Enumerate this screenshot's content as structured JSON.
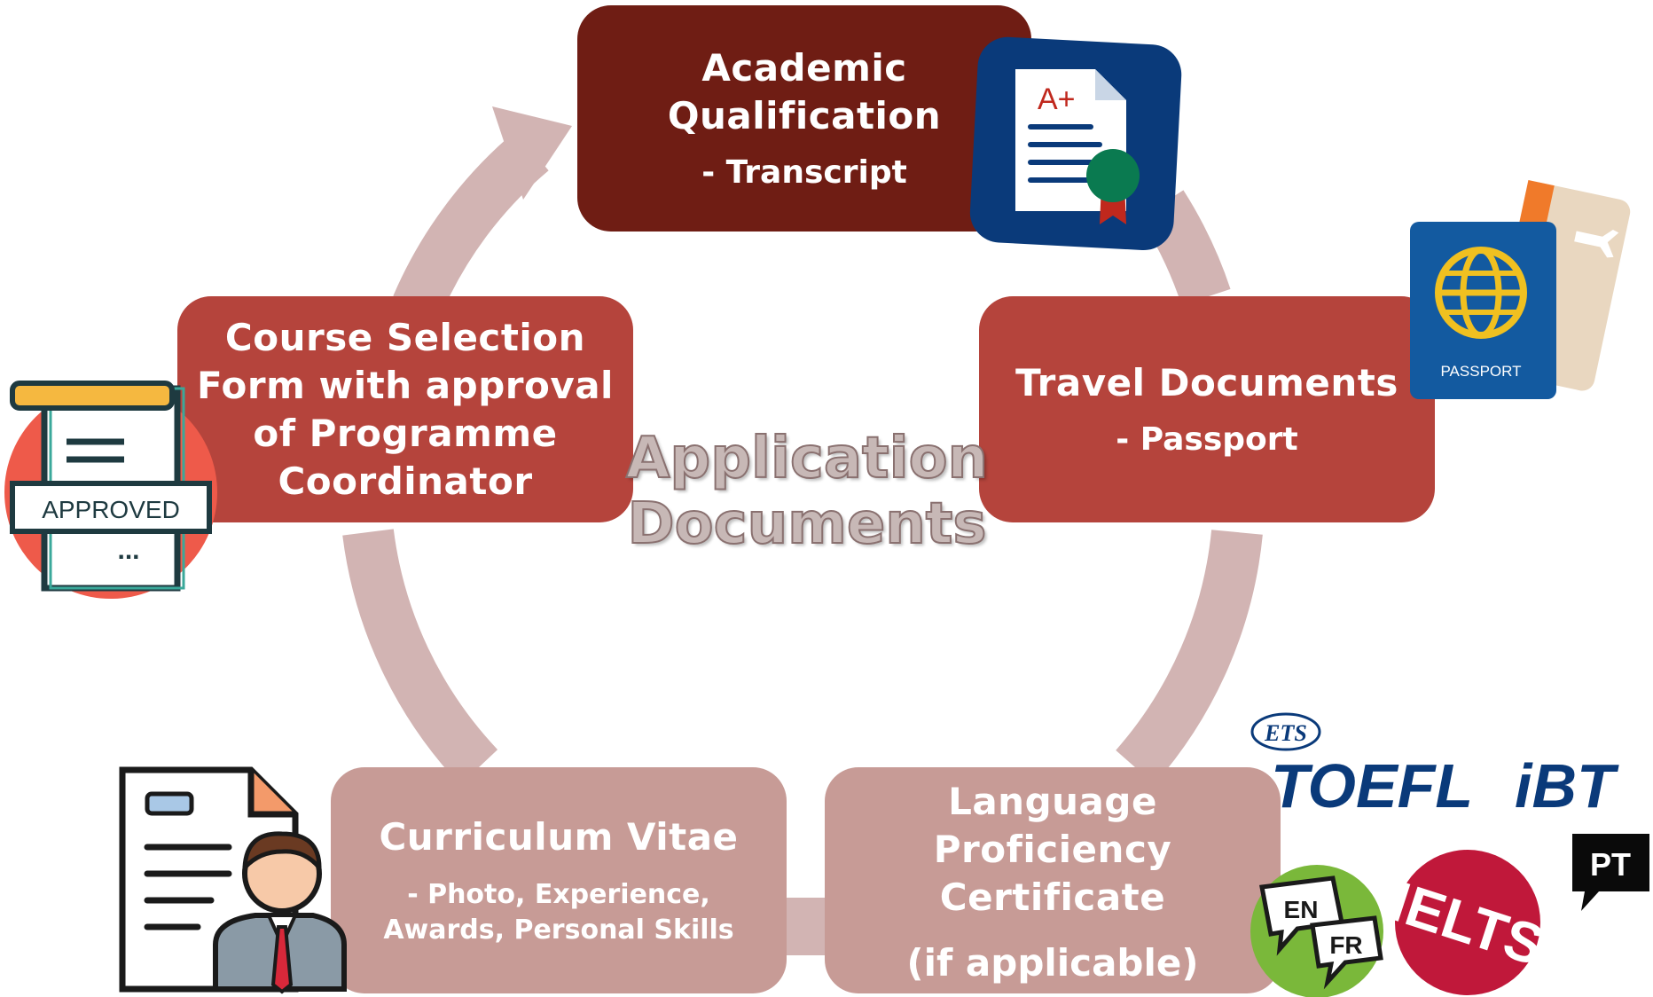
{
  "center": {
    "line1": "Application",
    "line2": "Documents"
  },
  "boxes": {
    "academic": {
      "title_1": "Academic",
      "title_2": "Qualification",
      "sub": "- Transcript"
    },
    "travel": {
      "title": "Travel Documents",
      "sub": "- Passport"
    },
    "course": {
      "title_1": "Course Selection",
      "title_2": "Form with approval",
      "title_3": "of Programme",
      "title_4": "Coordinator"
    },
    "cv": {
      "title": "Curriculum Vitae",
      "sub_1": "- Photo, Experience,",
      "sub_2": "Awards, Personal Skills"
    },
    "language": {
      "title_1": "Language",
      "title_2": "Proficiency",
      "title_3": "Certificate",
      "sub": "(if applicable)"
    }
  },
  "icons": {
    "transcript": {
      "name": "transcript-certificate-icon",
      "grade": "A+"
    },
    "passport": {
      "name": "passport-ticket-icon",
      "label": "PASSPORT"
    },
    "approved": {
      "name": "approved-document-icon",
      "label": "APPROVED",
      "dots": "..."
    },
    "cv": {
      "name": "cv-person-icon"
    },
    "language_tests": {
      "name": "language-tests-icon",
      "ets": "ETS",
      "toefl": "TOEFL",
      "ibt": "iBT",
      "en": "EN",
      "fr": "FR",
      "ielts": "IELTS",
      "pt": "PT"
    }
  },
  "colors": {
    "dark_red": "#6f1d14",
    "red": "#b5443c",
    "pink": "#c79b96",
    "ring": "#d2b4b3",
    "navy": "#0a3a7a"
  }
}
